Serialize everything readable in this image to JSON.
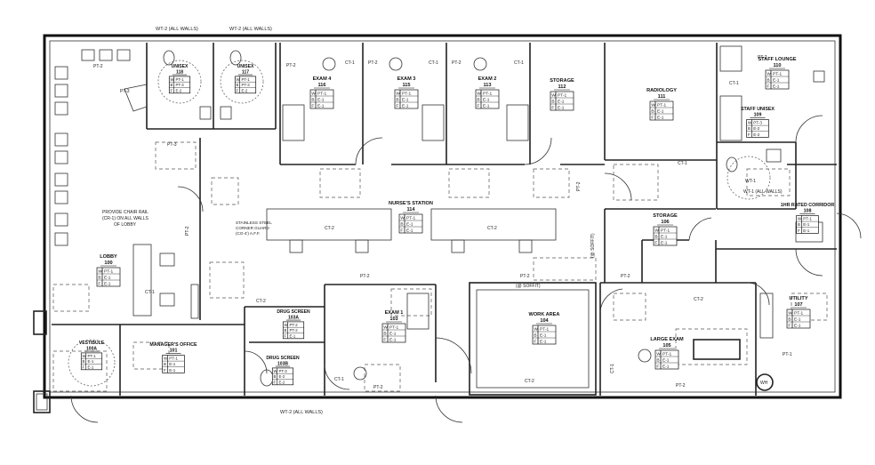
{
  "rooms": [
    {
      "id": "unisex-118",
      "name": "UNISEX",
      "number": "118",
      "tag": {
        "w": "PT-1",
        "b": "PT-3",
        "f": "E-2"
      }
    },
    {
      "id": "unisex-117",
      "name": "UNISEX",
      "number": "117",
      "tag": {
        "w": "PT-1",
        "b": "PT-3",
        "f": "E-2"
      }
    },
    {
      "id": "exam-4",
      "name": "EXAM 4",
      "number": "116",
      "tag": {
        "w": "PT-1",
        "b": "E-1",
        "f": "E-1"
      }
    },
    {
      "id": "exam-3",
      "name": "EXAM 3",
      "number": "115",
      "tag": {
        "w": "PT-1",
        "b": "E-1",
        "f": "E-1"
      }
    },
    {
      "id": "exam-2",
      "name": "EXAM 2",
      "number": "113",
      "tag": {
        "w": "PT-1",
        "b": "E-1",
        "f": "E-1"
      }
    },
    {
      "id": "storage-112",
      "name": "STORAGE",
      "number": "112",
      "tag": {
        "w": "PT-1",
        "b": "E-1",
        "f": "E-1"
      }
    },
    {
      "id": "radiology",
      "name": "RADIOLOGY",
      "number": "111",
      "tag": {
        "w": "PT-1",
        "b": "E-1",
        "f": "E-1"
      }
    },
    {
      "id": "staff-lounge",
      "name": "STAFF LOUNGE",
      "number": "110",
      "tag": {
        "w": "PT-1",
        "b": "E-1",
        "f": "E-1"
      }
    },
    {
      "id": "staff-unisex",
      "name": "STAFF UNISEX",
      "number": "109",
      "tag": {
        "w": "PT-3",
        "b": "E-2",
        "f": "E-2"
      }
    },
    {
      "id": "nurses-station",
      "name": "NURSE'S STATION",
      "number": "114",
      "tag": {
        "w": "PT-1",
        "b": "E-1",
        "f": "E-1"
      }
    },
    {
      "id": "lobby",
      "name": "LOBBY",
      "number": "100",
      "tag": {
        "w": "PT-1",
        "b": "E-1",
        "f": "E-1"
      }
    },
    {
      "id": "storage-106",
      "name": "STORAGE",
      "number": "106",
      "tag": {
        "w": "PT-1",
        "b": "E-1",
        "f": "E-1"
      }
    },
    {
      "id": "corridor",
      "name": "1HR RATED CORRIDOR",
      "number": "108",
      "tag": {
        "w": "PT-1",
        "b": "E-1",
        "f": "E-1"
      }
    },
    {
      "id": "utility",
      "name": "UTILITY",
      "number": "107",
      "tag": {
        "w": "PT-1",
        "b": "E-1",
        "f": "E-1"
      }
    },
    {
      "id": "drug-screen-103a",
      "name": "DRUG SCREEN",
      "number": "103A",
      "tag": {
        "w": "PT-2",
        "b": "PT-2",
        "f": "E-1"
      }
    },
    {
      "id": "drug-screen-103b",
      "name": "DRUG SCREEN",
      "number": "103B",
      "tag": {
        "w": "PT-3",
        "b": "E-2",
        "f": "E-2"
      }
    },
    {
      "id": "exam-1",
      "name": "EXAM 1",
      "number": "103",
      "tag": {
        "w": "PT-1",
        "b": "E-1",
        "f": "E-1"
      }
    },
    {
      "id": "work-area",
      "name": "WORK AREA",
      "number": "104",
      "tag": {
        "w": "PT-1",
        "b": "E-1",
        "f": "E-1"
      }
    },
    {
      "id": "large-exam",
      "name": "LARGE EXAM",
      "number": "105",
      "tag": {
        "w": "PT-1",
        "b": "E-1",
        "f": "E-1"
      }
    },
    {
      "id": "vestibule",
      "name": "VESTIBULE",
      "number": "100A",
      "tag": {
        "w": "PT-1",
        "b": "E-1",
        "f": "E-1"
      }
    },
    {
      "id": "managers-office",
      "name": "MANAGER'S OFFICE",
      "number": "101",
      "tag": {
        "w": "PT-1",
        "b": "E-1",
        "f": "E-1"
      }
    }
  ],
  "tag_keys": {
    "w": "W",
    "b": "B",
    "f": "F"
  },
  "notes": {
    "wt2_all_walls_a": "WT-2 (ALL WALLS)",
    "wt2_all_walls_b": "WT-2 (ALL WALLS)",
    "wt2_all_walls_c": "WT-2 (ALL WALLS)",
    "wt1_all_walls": "WT-1 (ALL WALLS)",
    "chair_rail_1": "PROVIDE CHAIR RAIL",
    "chair_rail_2": "(CR-1) ON ALL WALLS",
    "chair_rail_3": "OF LOBBY",
    "stainless_1": "STAINLESS STEEL",
    "stainless_2": "CORNER GUARD",
    "stainless_3": "(CG-4') A.F.F.",
    "soffit_work": "(@ SOFFIT)",
    "soffit_side": "(@ SOFFIT)",
    "wh": "WH"
  },
  "finish_codes": {
    "pt1": "PT-1",
    "pt2": "PT-2",
    "pt3": "PT-3",
    "ct1": "CT-1",
    "ct2": "CT-2",
    "wt1": "WT-1"
  }
}
